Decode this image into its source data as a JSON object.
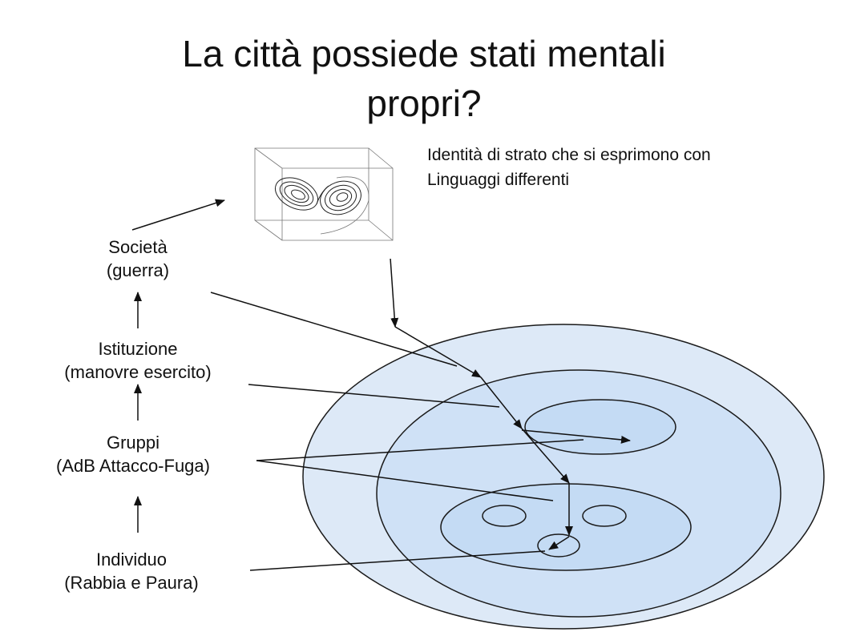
{
  "title": {
    "line1": "La città possiede stati mentali",
    "line2": "propri?"
  },
  "note": {
    "line1": "Identità di strato che si esprimono con",
    "line2": "Linguaggi differenti"
  },
  "levels": [
    {
      "name": "Società",
      "detail": "(guerra)"
    },
    {
      "name": "Istituzione",
      "detail": "(manovre esercito)"
    },
    {
      "name": "Gruppi",
      "detail": "(AdB Attacco-Fuga)"
    },
    {
      "name": "Individuo",
      "detail": "(Rabbia e Paura)"
    }
  ],
  "colors": {
    "outer": "#dde9f7",
    "middle": "#cfe1f6",
    "inner": "#c4dbf4",
    "stroke": "#1a1a1a"
  }
}
